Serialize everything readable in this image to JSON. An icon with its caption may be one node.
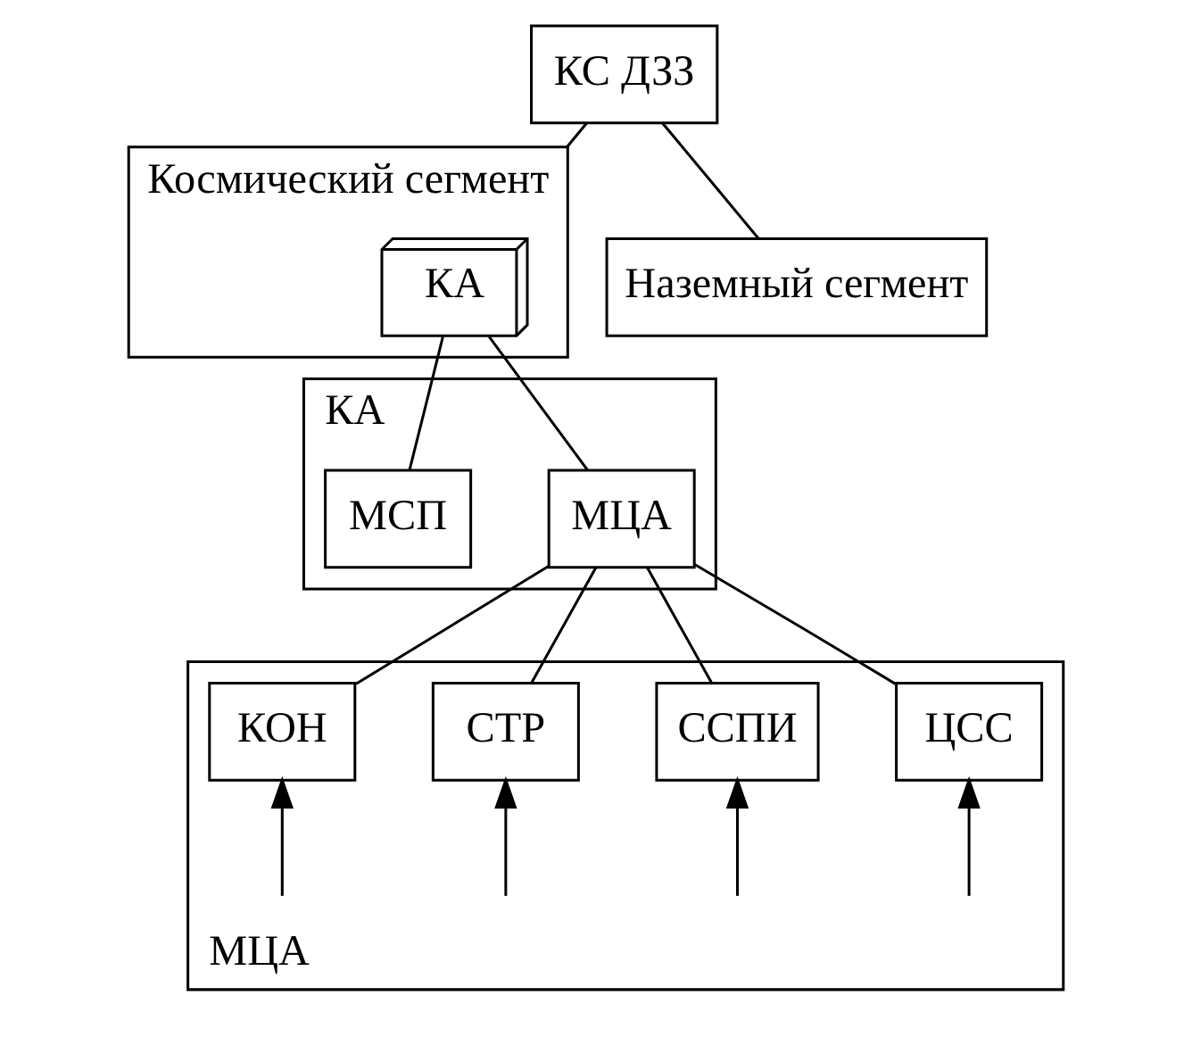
{
  "diagram": {
    "nodes": [
      {
        "text": [
          "КС ДЗЗ"
        ]
      },
      {
        "text": [
          "Космический сегмент"
        ]
      },
      {
        "text": [
          "КА"
        ],
        "in": 1
      },
      {
        "text": [
          "Наземный сегмент"
        ]
      },
      {
        "text": [
          "КА"
        ]
      },
      {
        "text": [
          "МЦА"
        ],
        "in": 4
      },
      {
        "text": [
          "МСП"
        ],
        "in": 4
      },
      {
        "text": [
          "МЦА"
        ]
      },
      {
        "text": [
          "ЦСС"
        ],
        "in": 7
      },
      {
        "text": [
          "ССПИ"
        ],
        "in": 7
      },
      {
        "text": [
          "СТР"
        ],
        "in": 7
      },
      {
        "text": [
          "КОН"
        ],
        "in": 7
      }
    ],
    "edges": [
      {
        "from": 0,
        "to": 1,
        "arrow": "none"
      },
      {
        "from": 0,
        "to": 3,
        "arrow": "none"
      },
      {
        "from": 2,
        "to": 5,
        "arrow": "none"
      },
      {
        "from": 2,
        "to": 6,
        "arrow": "none"
      },
      {
        "from": 5,
        "to": 8,
        "arrow": "none"
      },
      {
        "from": 5,
        "to": 9,
        "arrow": "none"
      },
      {
        "from": 5,
        "to": 10,
        "arrow": "none"
      },
      {
        "from": 5,
        "to": 11,
        "arrow": "none"
      },
      {
        "from": null,
        "to": 8,
        "arrow": "to"
      },
      {
        "from": null,
        "to": 9,
        "arrow": "to"
      },
      {
        "from": null,
        "to": 10,
        "arrow": "to"
      },
      {
        "from": null,
        "to": 11,
        "arrow": "to"
      }
    ]
  }
}
